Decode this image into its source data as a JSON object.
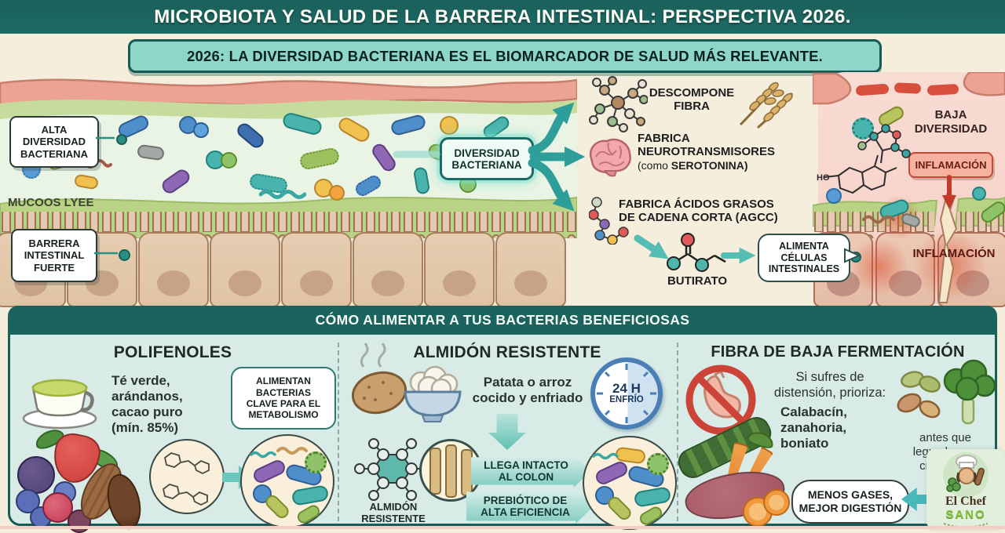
{
  "colors": {
    "accent_teal": "#1b645e",
    "light_teal": "#8ed6c8",
    "arrow_teal": "#2d9e99",
    "cream_bg": "#f6eedd",
    "panel_bg": "#d8ebe7",
    "inflammation_red": "#c23b2a",
    "cell_tan": "#e0c5a8",
    "mucus_green": "#b9d385"
  },
  "header": {
    "title": "MICROBIOTA Y SALUD DE LA BARRERA INTESTINAL: PERSPECTIVA 2026.",
    "subtitle": "2026: LA DIVERSIDAD BACTERIANA ES EL BIOMARCADOR DE SALUD MÁS RELEVANTE."
  },
  "scene": {
    "alta_label": "ALTA\nDIVERSIDAD\nBACTERIANA",
    "mucus_label": "MUCOOS LYEE",
    "barrera_label": "BARRERA\nINTESTINAL\nFUERTE",
    "hub_label": "DIVERSIDAD\nBACTERIANA",
    "branch1_label": "DESCOMPONE\nFIBRA",
    "branch2_line1": "FABRICA",
    "branch2_line2": "NEUROTRANSMISORES",
    "branch2_line3_regular": "(como ",
    "branch2_line3_bold": "SEROTONINA)",
    "molecule_ho_label": "HO",
    "branch3_label": "FABRICA ÁCIDOS GRASOS\nDE CADENA CORTA (AGCC)",
    "butyrate_label": "BUTIRATO",
    "alimenta_bubble": "ALIMENTA\nCÉLULAS\nINTESTINALES",
    "baja_label": "BAJA\nDIVERSIDAD",
    "inflamacion_badge": "INFLAMACIÓN",
    "inflamacion_text": "INFLAMACIÓN"
  },
  "feeding": {
    "header": "CÓMO ALIMENTAR A TUS BACTERIAS BENEFICIOSAS",
    "panels": [
      {
        "title": "POLIFENOLES",
        "text": "Té verde,\narándanos,\ncacao puro\n(mín. 85%)",
        "bubble": "ALIMENTAN\nBACTERIAS\nCLAVE PARA EL\nMETABOLISMO"
      },
      {
        "title": "ALMIDÓN RESISTENTE",
        "text": "Patata o arroz\ncocido y enfriado",
        "clock_value": "24 H",
        "clock_label": "ENFRÍO",
        "diagram_label": "ALMIDÓN\nRESISTENTE",
        "banner1": "LLEGA INTACTO\nAL COLON",
        "banner2": "PREBIÓTICO DE\nALTA EFICIENCIA"
      },
      {
        "title": "FIBRA DE BAJA FERMENTACIÓN",
        "intro": "Si sufres de\ndistensión, prioriza:",
        "foods": "Calabacín,\nzanahoria,\nboniato",
        "note": "antes que\nlegumbres o\ncrucíferas",
        "bubble": "MENOS GASES,\nMEJOR DIGESTIÓN"
      }
    ]
  },
  "logo": {
    "line1": "El Chef",
    "line2": "SANO"
  },
  "icons": {
    "molecule": "circle-cluster",
    "wheat": "wheat-stalks",
    "brain": "pink-brain",
    "serotonin": "skeletal-molecule",
    "butyrate": "skeletal-molecule",
    "tea_cup": "cup-and-saucer",
    "berries": "berry-cluster",
    "potato": "speckled-ellipse",
    "rice_bowl": "bowl-with-rice",
    "clock": "24h-clock",
    "starch_lattice": "hex-network",
    "starch_granules": "magnified-rods",
    "no_bloating": "prohibited-stomach",
    "beans": "bean-ellipses",
    "broccoli": "floret-cluster",
    "vegetables": "zucchini-carrot-sweetpotato",
    "chef": "chef-mascot",
    "bacterium": "capsule-shape"
  }
}
